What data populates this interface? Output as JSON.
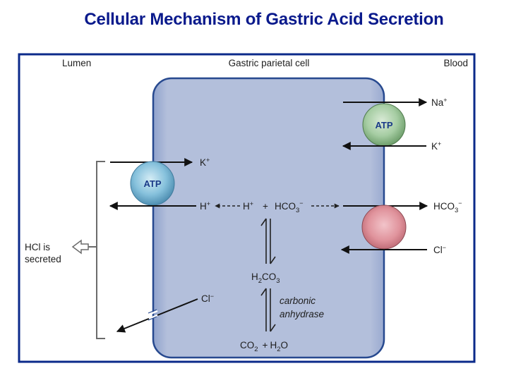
{
  "title": "Cellular Mechanism of Gastric Acid Secretion",
  "regions": {
    "lumen": "Lumen",
    "cell": "Gastric parietal cell",
    "blood": "Blood"
  },
  "colors": {
    "title": "#0a1a8c",
    "frame": "#0b2a8a",
    "cell_fill": "#b3bfdb",
    "cell_border": "#27498f",
    "atp_pump_green": "#9cc79a",
    "atp_pump_blue": "#7ab9d6",
    "exchanger_red": "#e0909a"
  },
  "transporters": {
    "basolateral_atpase": {
      "label": "ATP",
      "out_ion": {
        "base": "Na",
        "sup": "+"
      },
      "in_ion": {
        "base": "K",
        "sup": "+"
      }
    },
    "apical_atpase": {
      "label": "ATP",
      "in_ion": {
        "base": "K",
        "sup": "+"
      },
      "out_ion": {
        "base": "H",
        "sup": "+"
      }
    },
    "exchanger": {
      "out_ion": {
        "base": "HCO",
        "sub": "3",
        "sup": "−"
      },
      "in_ion": {
        "base": "Cl",
        "sup": "−"
      }
    },
    "chloride_channel": {
      "ion": {
        "base": "Cl",
        "sup": "−"
      }
    }
  },
  "reactions": {
    "dissociation": {
      "h_left": {
        "base": "H",
        "sup": "+"
      },
      "h_right": {
        "base": "H",
        "sup": "+"
      },
      "plus": "+",
      "bicarbonate": {
        "base": "HCO",
        "sub": "3",
        "sup": "−"
      }
    },
    "carbonic_acid": {
      "a": "H",
      "sub1": "2",
      "b": "CO",
      "sub2": "3"
    },
    "enzyme": [
      "carbonic",
      "anhydrase"
    ],
    "substrates": {
      "co2": "CO",
      "co2_sub": "2",
      "plus": "+",
      "h2o_a": "H",
      "h2o_sub": "2",
      "h2o_b": "O"
    }
  },
  "secretion_note": [
    "HCl is",
    "secreted"
  ]
}
